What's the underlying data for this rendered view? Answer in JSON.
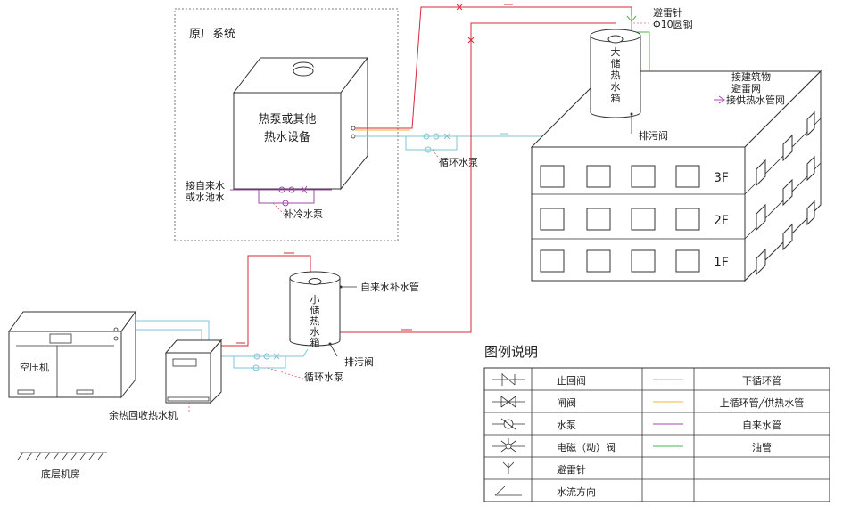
{
  "original_system": {
    "title": "原厂系统",
    "equipment_line1": "热泵或其他",
    "equipment_line2": "热水设备",
    "tap_water_line1": "接自来水",
    "tap_water_line2": "或水池水",
    "makeup_pump": "补冷水泵"
  },
  "large_tank": {
    "chars": [
      "大",
      "储",
      "热",
      "水",
      "箱"
    ],
    "lightning_rod": "避雷针",
    "steel_spec": "Φ10圆钢",
    "to_building_line1": "接建筑物",
    "to_building_line2": "避雷网",
    "to_supply": "接供热水管网",
    "drain": "排污阀"
  },
  "top_circ_pump": "循环水泵",
  "building": {
    "floors": [
      "3F",
      "2F",
      "1F"
    ]
  },
  "small_tank": {
    "chars": [
      "小",
      "储",
      "热",
      "水",
      "箱"
    ],
    "makeup_pipe": "自来水补水管",
    "drain": "排污阀",
    "circ_pump": "循环水泵"
  },
  "air_compressor": "空压机",
  "heat_recovery": "余热回收热水机",
  "basement": "底层机房",
  "legend": {
    "title": "图例说明",
    "rows": [
      {
        "symbol_icon": "check-valve-icon",
        "symbol_label": "止回阀",
        "line_color": "#7ec4d8",
        "line_label": "下循环管"
      },
      {
        "symbol_icon": "gate-valve-icon",
        "symbol_label": "闸阀",
        "line_color": "#e8b93a",
        "line_label": "上循环管╱供热水管"
      },
      {
        "symbol_icon": "water-pump-icon",
        "symbol_label": "水泵",
        "line_color": "#a24aa8",
        "line_label": "自来水管"
      },
      {
        "symbol_icon": "solenoid-valve-icon",
        "symbol_label": "电磁（动）阀",
        "line_color": "#49b54a",
        "line_label": "油管"
      },
      {
        "symbol_icon": "lightning-rod-icon",
        "symbol_label": "避雷针",
        "line_color": "",
        "line_label": ""
      },
      {
        "symbol_icon": "flow-direction-icon",
        "symbol_label": "水流方向",
        "line_color": "",
        "line_label": ""
      }
    ]
  }
}
